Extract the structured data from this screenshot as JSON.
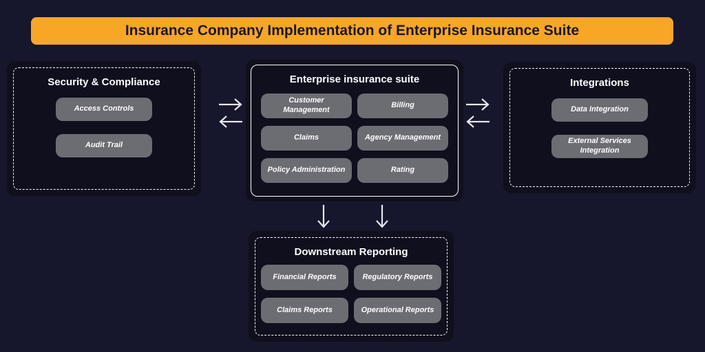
{
  "banner": {
    "label": "Insurance Company Implementation of Enterprise Insurance Suite"
  },
  "groups": {
    "security": {
      "title": "Security & Compliance",
      "items": [
        "Access Controls",
        "Audit Trail"
      ]
    },
    "suite": {
      "title": "Enterprise insurance suite",
      "items": [
        "Customer Management",
        "Billing",
        "Claims",
        "Agency Management",
        "Policy Administration",
        "Rating"
      ]
    },
    "integrations": {
      "title": "Integrations",
      "items": [
        "Data Integration",
        "External Services Integration"
      ]
    },
    "reporting": {
      "title": "Downstream Reporting",
      "items": [
        "Financial Reports",
        "Regulatory Reports",
        "Claims Reports",
        "Operational Reports"
      ]
    }
  },
  "arrows": {
    "security_suite": {
      "type": "bidirectional"
    },
    "suite_integrations": {
      "type": "bidirectional"
    },
    "suite_reporting": {
      "type": "down",
      "count": 2
    }
  },
  "colors": {
    "page_bg": "#16162c",
    "panel_bg": "#0f0f1d",
    "panel_border": "#ffffff",
    "pill_bg": "#6c6c73",
    "pill_text": "#ffffff",
    "banner_bg": "#f8a626",
    "banner_text": "#17172e",
    "arrow": "#e8e8f0"
  }
}
